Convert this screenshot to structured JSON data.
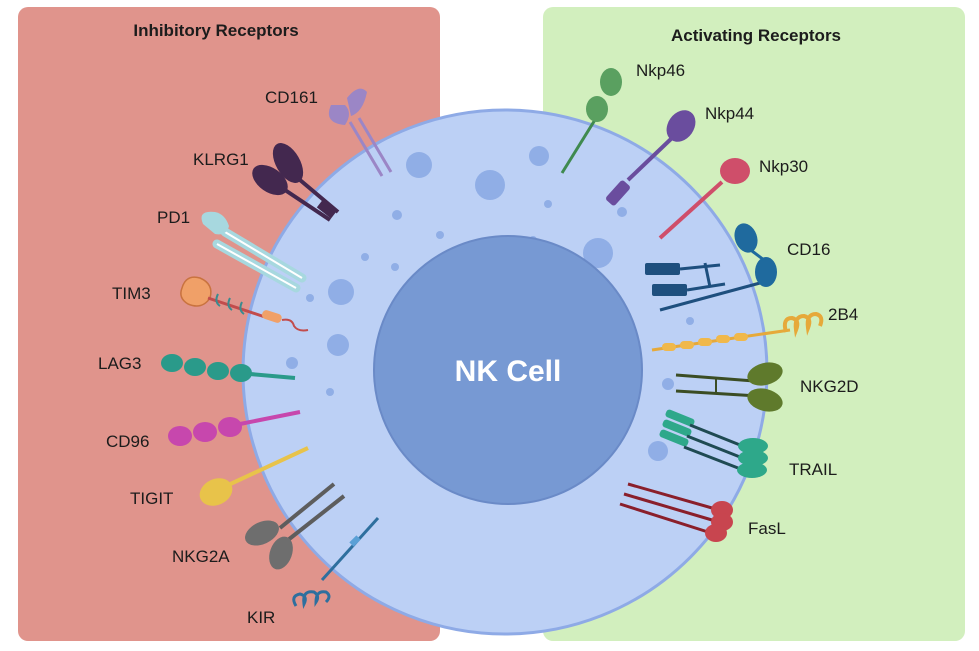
{
  "inhibitory": {
    "title": "Inhibitory Receptors",
    "color": "#e0948c",
    "receptors": [
      "CD161",
      "KLRG1",
      "PD1",
      "TIM3",
      "LAG3",
      "CD96",
      "TIGIT",
      "NKG2A",
      "KIR"
    ]
  },
  "activating": {
    "title": "Activating Receptors",
    "color": "#d2efbe",
    "receptors": [
      "Nkp46",
      "Nkp44",
      "Nkp30",
      "CD16",
      "2B4",
      "NKG2D",
      "TRAIL",
      "FasL"
    ]
  },
  "cell": {
    "title": "NK Cell",
    "membrane_color": "#bcd0f5",
    "nucleus_color": "#7799d3"
  }
}
